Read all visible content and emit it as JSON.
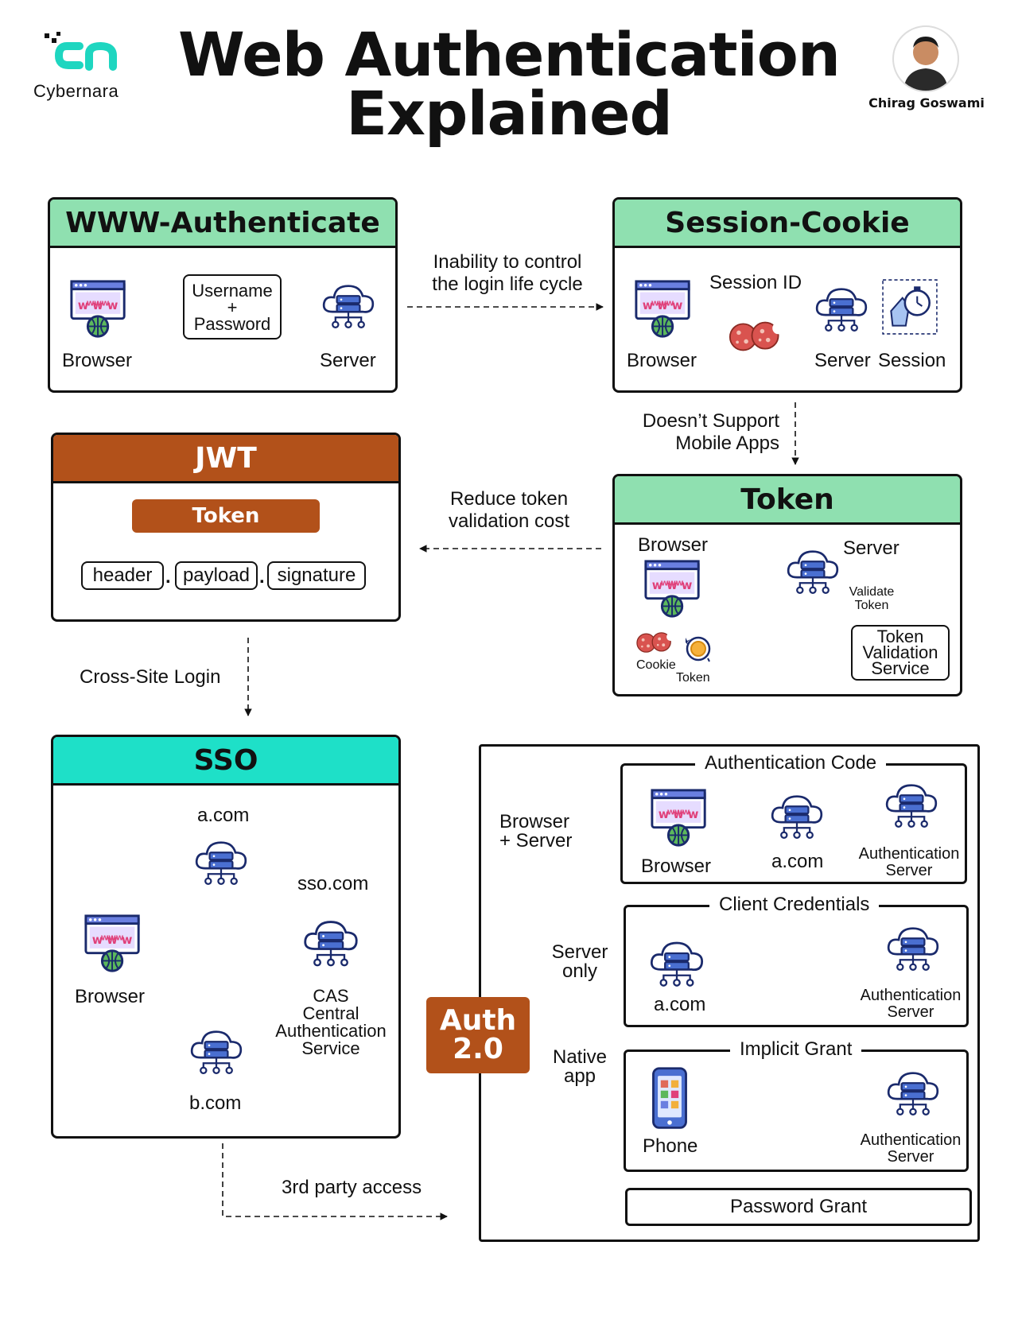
{
  "brand": {
    "name": "Cybernara",
    "logo_letters": "cn"
  },
  "title": {
    "line1": "Web Authentication",
    "line2": "Explained"
  },
  "author": {
    "name": "Chirag Goswami"
  },
  "www_auth": {
    "title": "WWW-Authenticate",
    "credentials_line1": "Username",
    "credentials_plus": "+",
    "credentials_line2": "Password",
    "browser": "Browser",
    "server": "Server"
  },
  "transition_1": {
    "line1": "Inability to control",
    "line2": "the login life cycle"
  },
  "session_cookie": {
    "title": "Session-Cookie",
    "session_id": "Session ID",
    "browser": "Browser",
    "server": "Server",
    "session": "Session"
  },
  "transition_2": {
    "line1": "Doesn’t Support",
    "line2": "Mobile Apps"
  },
  "token_box": {
    "title": "Token",
    "browser": "Browser",
    "server": "Server",
    "validate_line1": "Validate",
    "validate_line2": "Token",
    "service_line1": "Token",
    "service_line2": "Validation",
    "service_line3": "Service",
    "cookie": "Cookie",
    "token": "Token"
  },
  "transition_3": {
    "line1": "Reduce token",
    "line2": "validation cost"
  },
  "jwt": {
    "title": "JWT",
    "token": "Token",
    "header": "header",
    "payload": "payload",
    "signature": "signature",
    "dot": "."
  },
  "transition_4": {
    "label": "Cross-Site Login"
  },
  "sso": {
    "title": "SSO",
    "a_com": "a.com",
    "sso_com": "sso.com",
    "browser": "Browser",
    "cas_line1": "CAS",
    "cas_line2": "Central",
    "cas_line3": "Authentication",
    "cas_line4": "Service",
    "b_com": "b.com"
  },
  "transition_5": {
    "label": "3rd party access"
  },
  "oauth": {
    "badge_line1": "Auth",
    "badge_line2": "2.0",
    "path_browser_server_line1": "Browser",
    "path_browser_server_line2": "+ Server",
    "path_server_only_line1": "Server",
    "path_server_only_line2": "only",
    "path_native_line1": "Native",
    "path_native_line2": "app",
    "auth_code": {
      "title": "Authentication Code",
      "browser": "Browser",
      "a_com": "a.com",
      "auth_server_line1": "Authentication",
      "auth_server_line2": "Server"
    },
    "client_credentials": {
      "title": "Client Credentials",
      "a_com": "a.com",
      "auth_server_line1": "Authentication",
      "auth_server_line2": "Server"
    },
    "implicit": {
      "title": "Implicit Grant",
      "phone": "Phone",
      "auth_server_line1": "Authentication",
      "auth_server_line2": "Server"
    },
    "password_grant": "Password Grant"
  },
  "colors": {
    "green_header": "#8fe0b0",
    "brown_header": "#b2511a",
    "cyan_header": "#1ee0c8",
    "logo_teal": "#1ed6c0",
    "server_blue": "#4a6fd1",
    "globe_green": "#5cb85c",
    "cookie_red": "#d9534f"
  },
  "icons": [
    "browser-icon",
    "server-cloud-icon",
    "cookie-icon",
    "coin-token-icon",
    "session-timer-icon",
    "phone-icon",
    "avatar"
  ]
}
